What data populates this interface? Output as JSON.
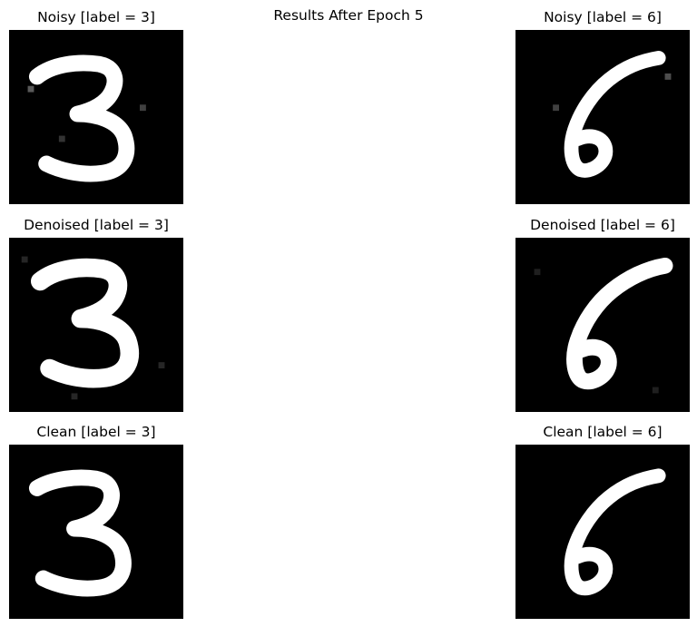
{
  "figure": {
    "suptitle": "Results After Epoch 5"
  },
  "panels": [
    {
      "title": "Noisy [label = 3]",
      "digit": "3",
      "variant": "noisy"
    },
    {
      "title": "Noisy [label = 6]",
      "digit": "6",
      "variant": "noisy"
    },
    {
      "title": "Denoised [label = 3]",
      "digit": "3",
      "variant": "denoised"
    },
    {
      "title": "Denoised [label = 6]",
      "digit": "6",
      "variant": "denoised"
    },
    {
      "title": "Clean [label = 3]",
      "digit": "3",
      "variant": "clean"
    },
    {
      "title": "Clean [label = 6]",
      "digit": "6",
      "variant": "clean"
    }
  ],
  "colors": {
    "background": "#000000",
    "stroke": "#ffffff"
  }
}
